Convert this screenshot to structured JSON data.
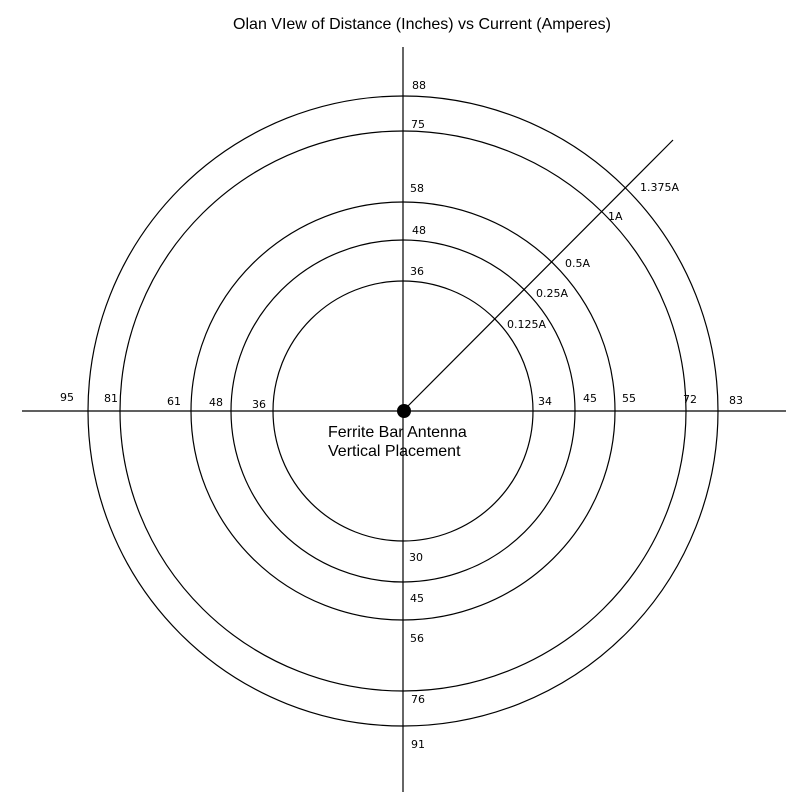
{
  "title": "Olan VIew of Distance (Inches) vs Current (Amperes)",
  "center_label": {
    "line1": "Ferrite Bar Antenna",
    "line2": "Vertical Placement"
  },
  "current_labels": [
    "0.125A",
    "0.25A",
    "0.5A",
    "1A",
    "1.375A"
  ],
  "distances": {
    "up": [
      "36",
      "48",
      "58",
      "75",
      "88"
    ],
    "left": [
      "36",
      "48",
      "61",
      "81",
      "95"
    ],
    "right": [
      "34",
      "45",
      "55",
      "72",
      "83"
    ],
    "down": [
      "30",
      "45",
      "56",
      "76",
      "91"
    ]
  }
}
